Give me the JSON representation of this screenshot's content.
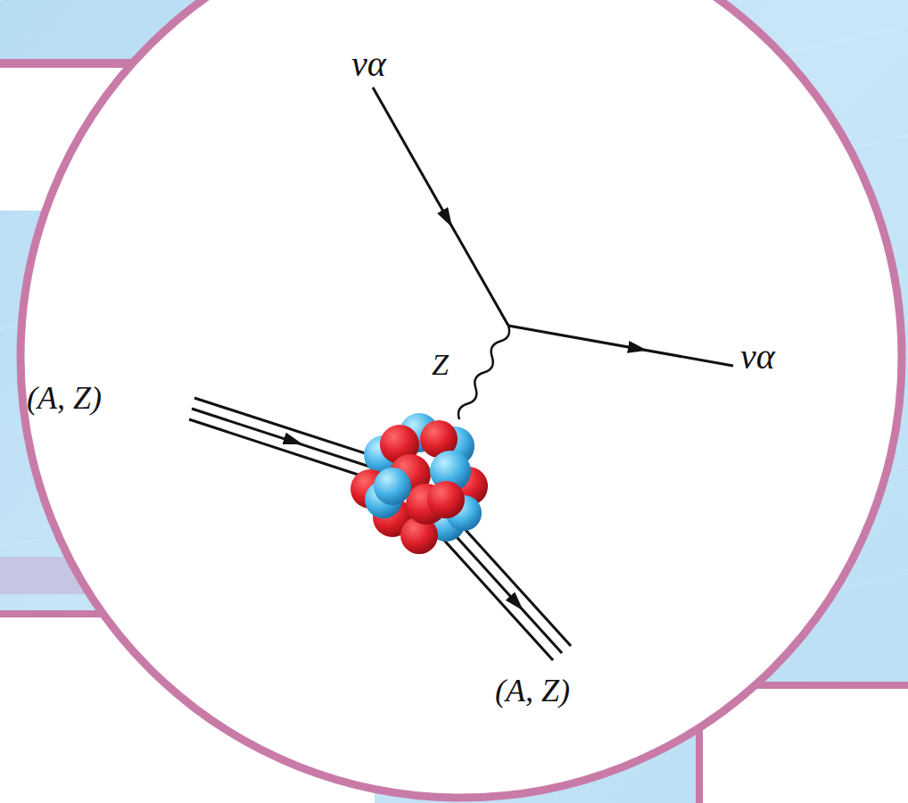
{
  "diagram": {
    "labels": [
      "να",
      "Z",
      "να",
      "(A, Z)",
      "(A, Z)"
    ]
  }
}
